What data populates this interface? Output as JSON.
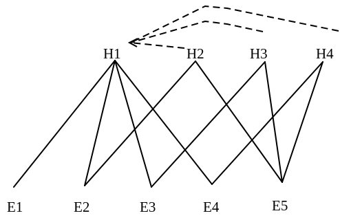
{
  "colors": {
    "stroke": "#000000",
    "background": "#ffffff"
  },
  "nodes": {
    "H1": {
      "label": "H1"
    },
    "H2": {
      "label": "H2"
    },
    "H3": {
      "label": "H3"
    },
    "H4": {
      "label": "H4"
    },
    "E1": {
      "label": "E1"
    },
    "E2": {
      "label": "E2"
    },
    "E3": {
      "label": "E3"
    },
    "E4": {
      "label": "E4"
    },
    "E5": {
      "label": "E5"
    }
  },
  "edges": [
    {
      "from": "H1",
      "to": "E1"
    },
    {
      "from": "H1",
      "to": "E2"
    },
    {
      "from": "H1",
      "to": "E3"
    },
    {
      "from": "H1",
      "to": "E4"
    },
    {
      "from": "H2",
      "to": "E2"
    },
    {
      "from": "H2",
      "to": "E5"
    },
    {
      "from": "H3",
      "to": "E3"
    },
    {
      "from": "H3",
      "to": "E5"
    },
    {
      "from": "H4",
      "to": "E4"
    },
    {
      "from": "H4",
      "to": "E5"
    }
  ],
  "dashed_arrows": [
    {
      "from": "H2",
      "to": "H1"
    },
    {
      "from": "H3",
      "to": "H1"
    },
    {
      "from": "H4",
      "to": "H1"
    }
  ]
}
